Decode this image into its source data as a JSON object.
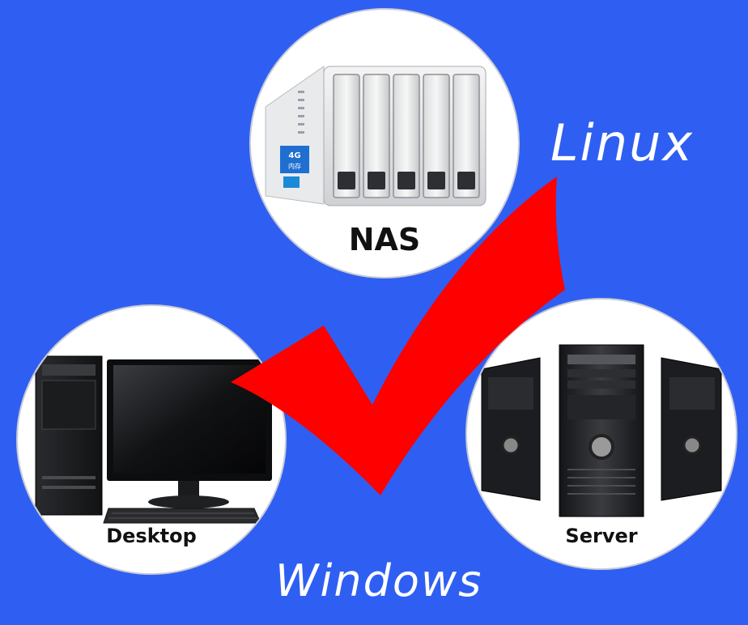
{
  "devices": {
    "nas": {
      "label": "NAS",
      "badge": "4G\n内存"
    },
    "desktop": {
      "label": "Desktop"
    },
    "server": {
      "label": "Server"
    }
  },
  "os": {
    "linux": "Linux",
    "windows": "Windows"
  },
  "colors": {
    "background": "#2f5ff2",
    "checkmark": "#ff0000",
    "circle": "#ffffff"
  },
  "icons": [
    "nas-device-icon",
    "desktop-computer-icon",
    "tower-server-icon",
    "checkmark-icon"
  ]
}
